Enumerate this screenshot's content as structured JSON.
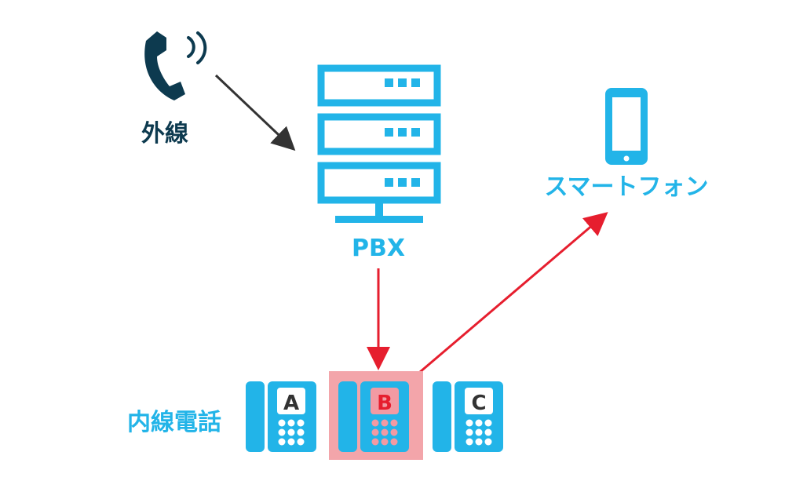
{
  "labels": {
    "external_line": "外線",
    "pbx": "PBX",
    "smartphone": "スマートフォン",
    "extension_phone": "内線電話"
  },
  "phones": [
    {
      "letter": "A",
      "highlighted": false
    },
    {
      "letter": "B",
      "highlighted": true
    },
    {
      "letter": "C",
      "highlighted": false
    }
  ],
  "colors": {
    "dark_navy": "#0d3a4f",
    "cyan": "#22b4e8",
    "red": "#e61e2e",
    "highlight_bg": "#f3a5aa",
    "highlight_keys": "#f29aa3",
    "arrow_dark": "#333333"
  }
}
